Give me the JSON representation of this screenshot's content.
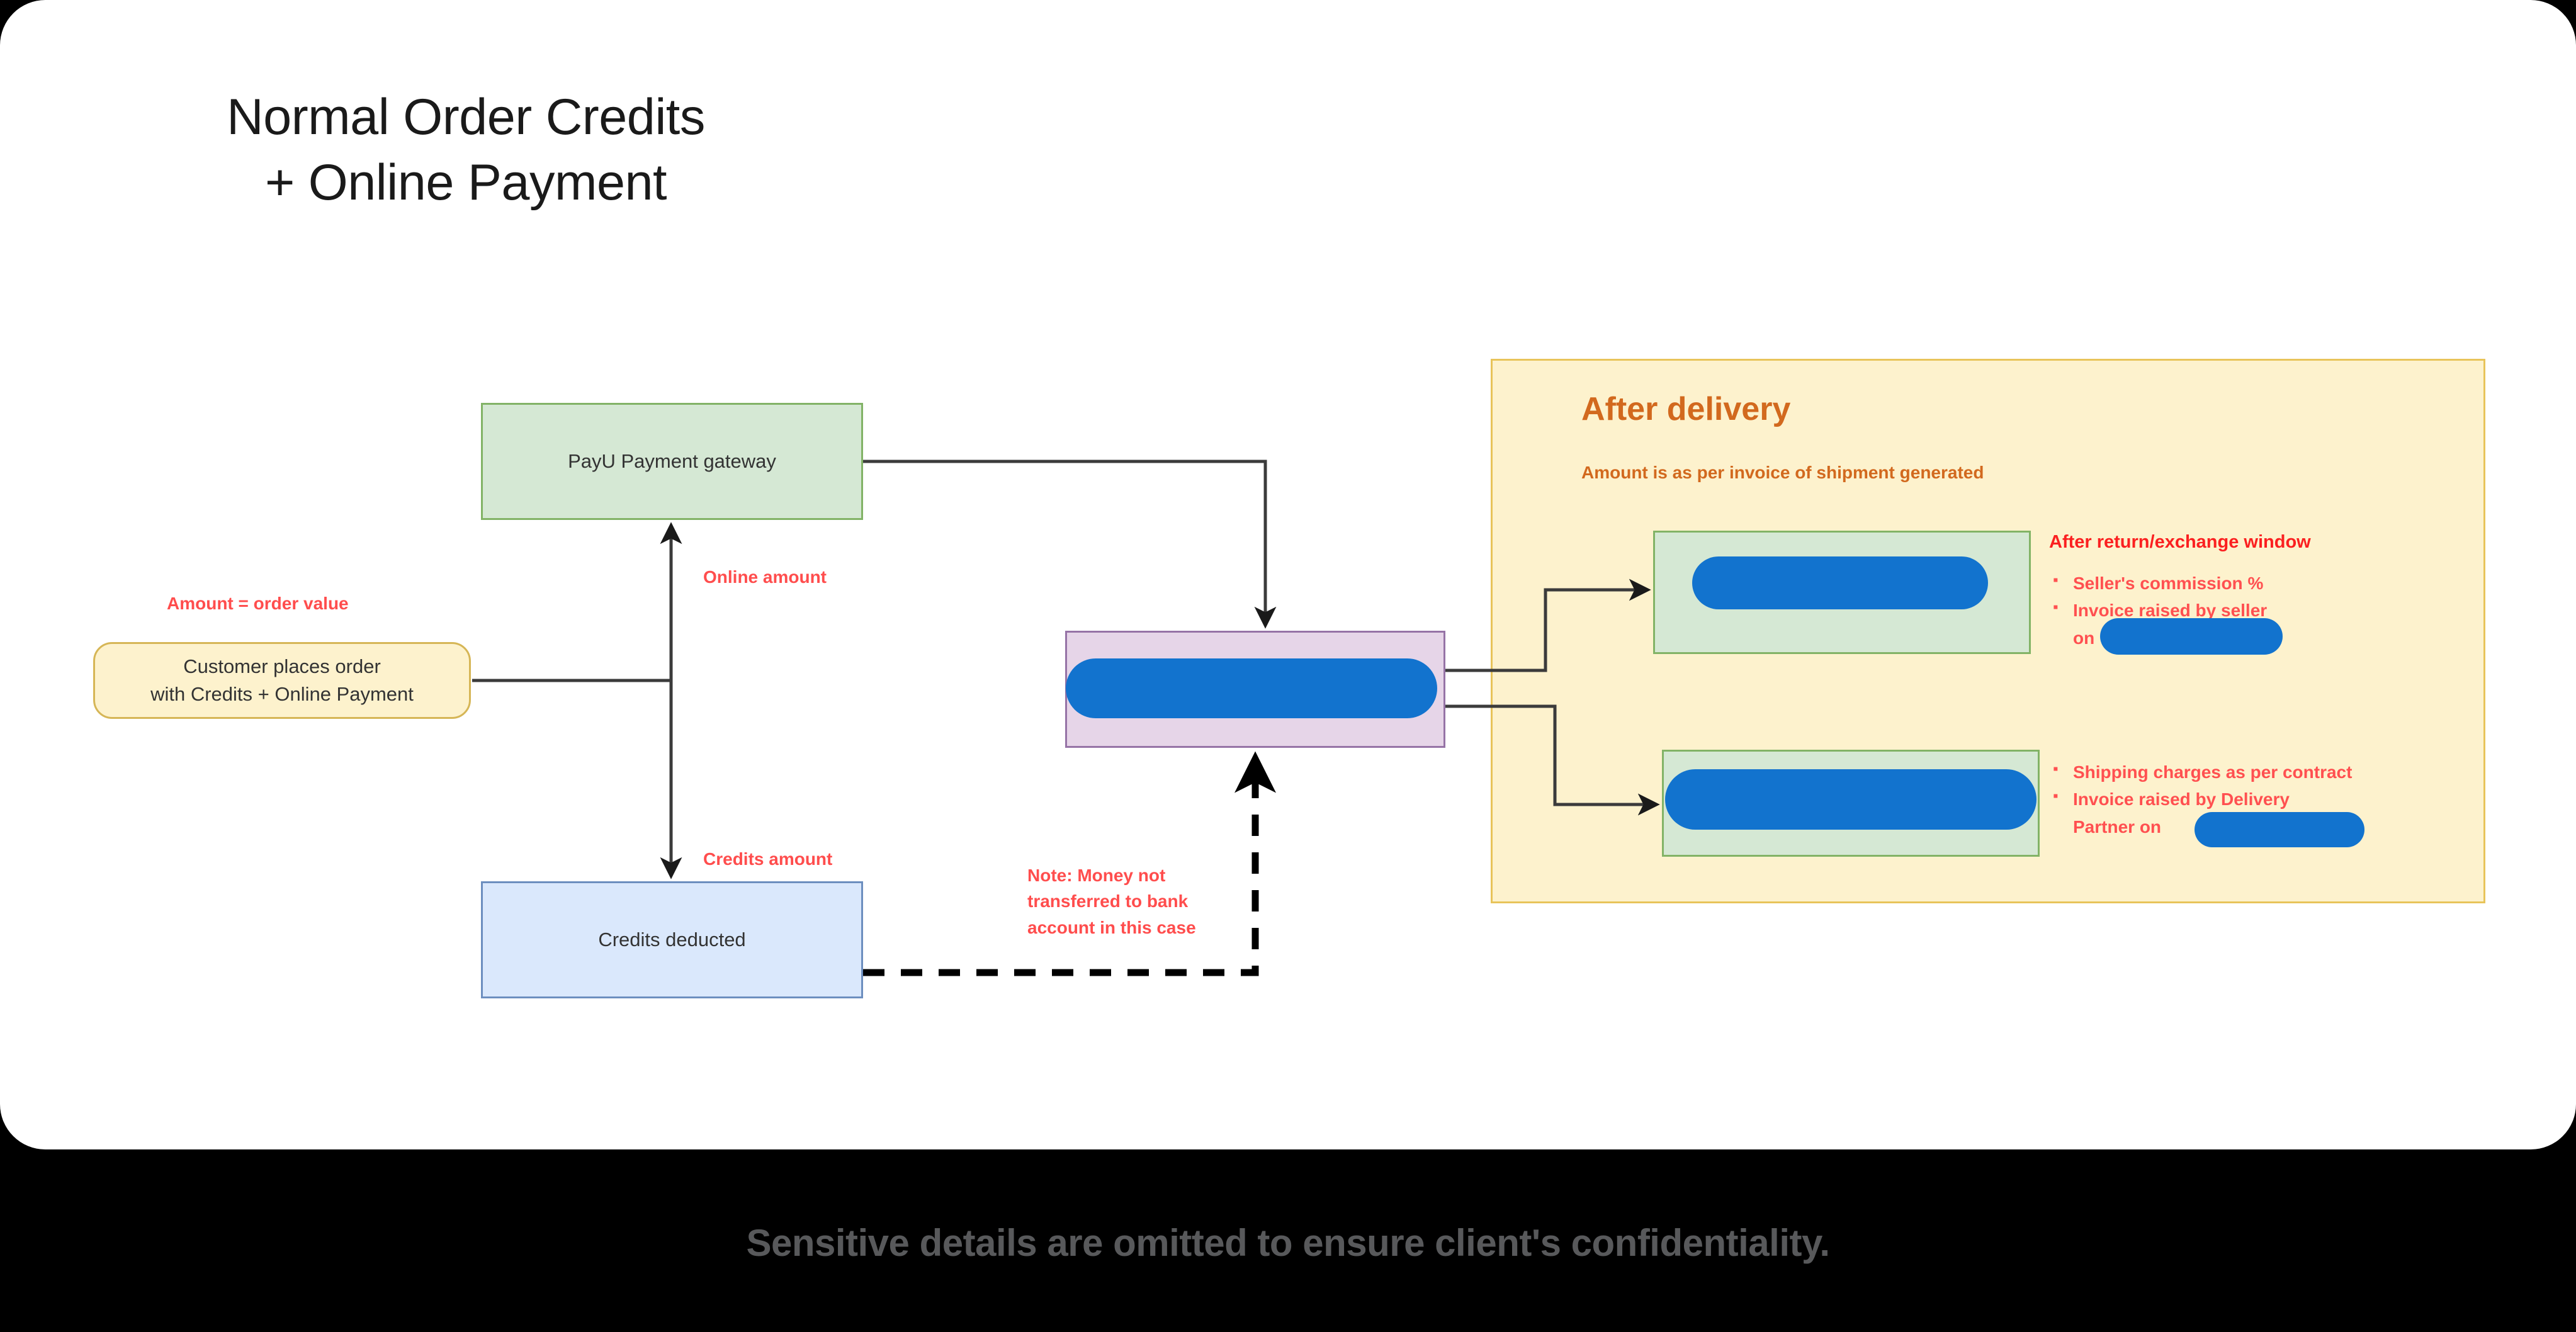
{
  "title": "Normal Order Credits\n+ Online Payment",
  "footer": "Sensitive details are omitted to ensure client's confidentiality.",
  "colors": {
    "background": "#000000",
    "card": "#ffffff",
    "redaction": "#1273ce",
    "annotation_red": "#ff4d4d",
    "panel_accent": "#d2691e",
    "panel_fill": "#fdf2cd",
    "panel_border": "#e8c45a",
    "green_fill": "#d5e8d4",
    "green_border": "#82b366",
    "blue_fill": "#dae8fc",
    "blue_border": "#6c8ebf",
    "purple_fill": "#e6d5e8",
    "purple_border": "#9673a6",
    "yellow_fill": "#fdf2cd",
    "yellow_border": "#d6b656"
  },
  "nodes": {
    "customer": "Customer places order\nwith Credits + Online Payment",
    "payu": "PayU Payment gateway",
    "credits": "Credits deducted",
    "bank": "",
    "seller_bank": "",
    "delivery_bank": ""
  },
  "labels": {
    "amount_order_value": "Amount = order value",
    "online_amount": "Online amount",
    "credits_amount": "Credits amount",
    "note": "Note: Money not\ntransferred to bank\naccount in this case"
  },
  "panel": {
    "title": "After delivery",
    "subtitle": "Amount is as per invoice of shipment generated",
    "return_window_heading": "After return/exchange window",
    "seller_bullets": [
      "Seller's commission %",
      "Invoice raised by seller\non "
    ],
    "delivery_bullets": [
      "Shipping charges as per contract",
      "Invoice raised by Delivery\nPartner on "
    ]
  },
  "redactions": {
    "bank_label": "redacted-bank-account",
    "seller_label": "redacted-seller-bank-account",
    "delivery_label": "redacted-delivery-partner-bank-account",
    "inline_seller": "redacted-inline-value",
    "inline_delivery": "redacted-inline-value"
  }
}
